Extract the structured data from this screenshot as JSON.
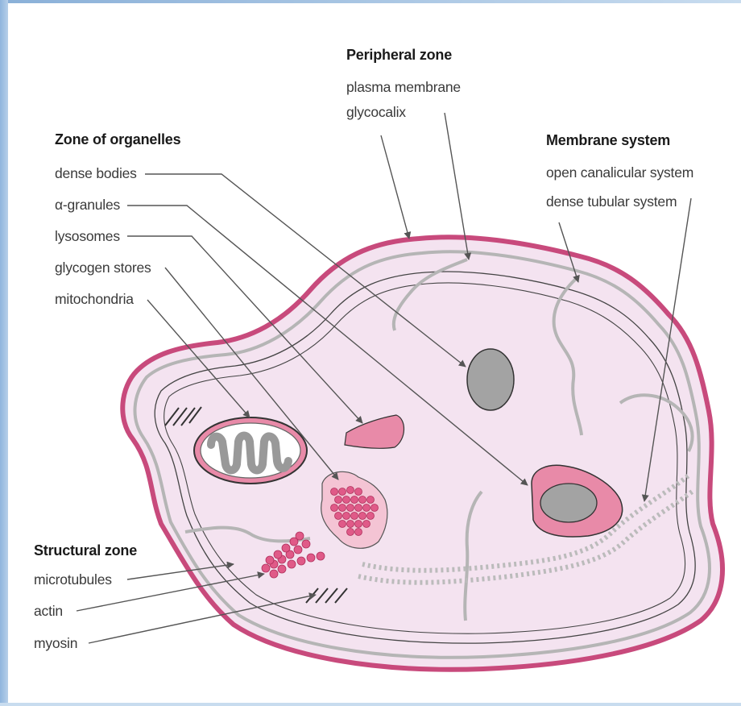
{
  "peripheral": {
    "title": "Peripheral zone",
    "items": [
      "plasma membrane",
      "glycocalix"
    ]
  },
  "organelles": {
    "title": "Zone of organelles",
    "items": [
      "dense bodies",
      "α-granules",
      "lysosomes",
      "glycogen stores",
      "mitochondria"
    ]
  },
  "membrane": {
    "title": "Membrane system",
    "items": [
      "open canalicular system",
      "dense tubular system"
    ]
  },
  "structural": {
    "title": "Structural zone",
    "items": [
      "microtubules",
      "actin",
      "myosin"
    ]
  },
  "colors": {
    "cell_fill": "#f4e3f0",
    "cell_outline": "#c84a7c",
    "granule_pink": "#e88aa8",
    "dense_gray": "#a3a3a3",
    "canal_gray": "#b5b5b5"
  }
}
